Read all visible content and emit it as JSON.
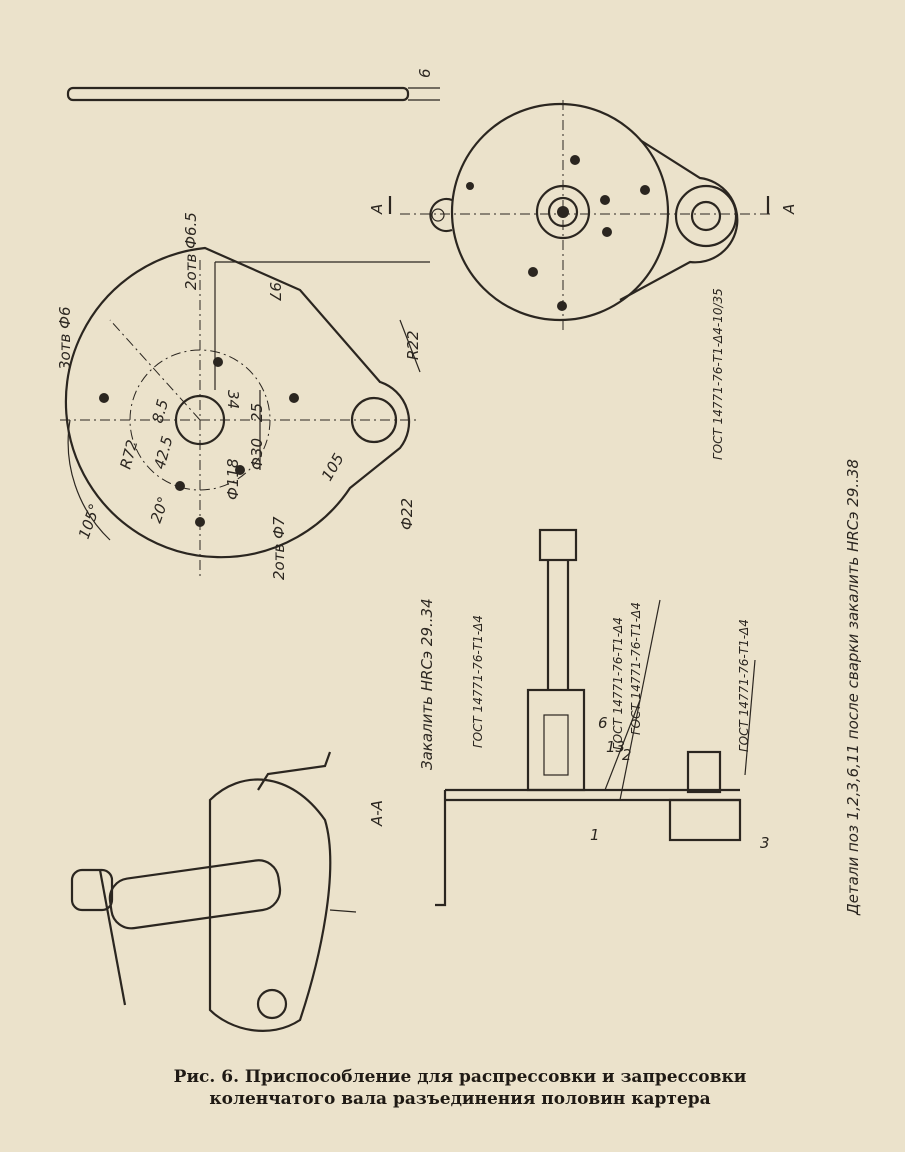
{
  "caption": {
    "line1": "Рис. 6. Приспособление для распрессовки и запрессовки",
    "line2": "коленчатого вала разъединения половин картера"
  },
  "plan_view": {
    "dims": {
      "holes_6": "3отв Ф6",
      "holes_65": "2отв Ф6.5",
      "holes_7": "2отв Ф7",
      "dim_97": "97",
      "dim_r22": "R22",
      "dim_r72": "R72",
      "dim_85": "8.5",
      "dim_425": "42.5",
      "dim_34": "34",
      "dim_25": "25",
      "dim_118": "Ф118",
      "dim_30": "Ф30",
      "dim_105": "105",
      "dim_angle105": "105°",
      "dim_angle20": "20°",
      "dim_22": "Ф22"
    },
    "notes": {
      "harden": "Закалить HRCэ 29..34",
      "gost_plan": "ГОСТ 14771-76-Т1-Δ4"
    }
  },
  "edge_view": {
    "dim_6": "6"
  },
  "top_view": {
    "section_a_left": "А",
    "section_a_right": "А",
    "gost_weld": "ГОСТ 14771-76-Т1-Δ4-10/35"
  },
  "section_view": {
    "label": "А-А",
    "gost_1": "ГОСТ 14771-76-Т1-Δ4",
    "gost_2": "ГОСТ 14771-76-Т1-Δ4",
    "gost_3": "ГОСТ 14771-76-Т1-Δ4",
    "part_1": "1",
    "part_2": "2",
    "part_3": "3",
    "part_6": "6",
    "part_13": "13"
  },
  "side_note": "Детали поз 1,2,3,6,11 после сварки закалить HRCэ 29..38"
}
